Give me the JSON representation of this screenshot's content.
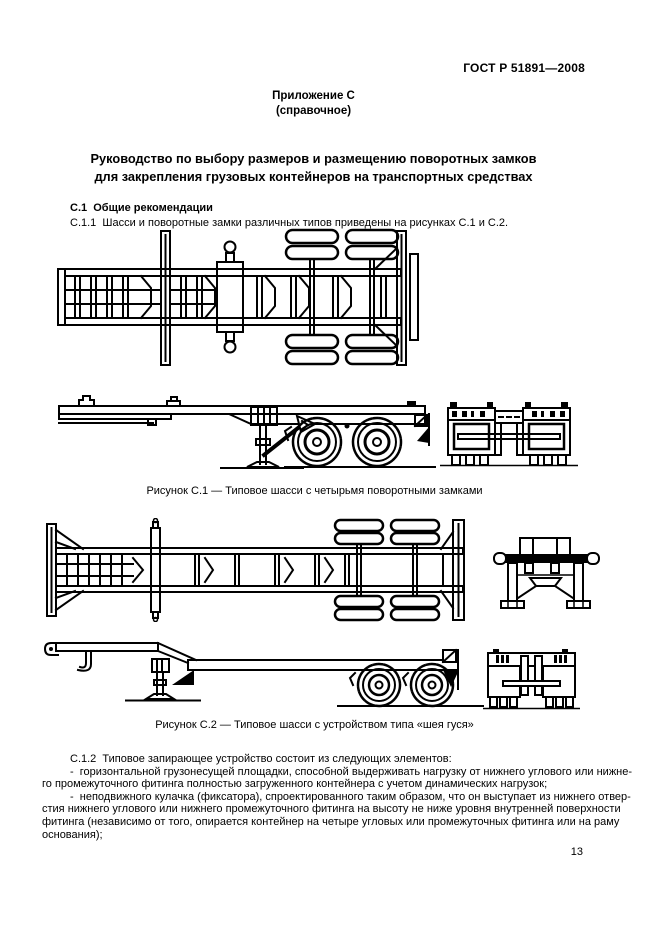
{
  "colors": {
    "ink": "#000000",
    "paper": "#ffffff"
  },
  "header": {
    "doc_number": "ГОСТ Р 51891—2008"
  },
  "annex": {
    "label": "Приложение С",
    "note": "(справочное)"
  },
  "title": {
    "line1": "Руководство по выбору размеров и размещению поворотных замков",
    "line2": "для закрепления грузовых контейнеров на транспортных средствах"
  },
  "section": {
    "heading": "С.1  Общие рекомендации",
    "c11": "С.1.1  Шасси и поворотные замки различных типов приведены на рисунках С.1 и С.2."
  },
  "figures": {
    "c1_caption": "Рисунок С.1 — Типовое шасси с четырьмя поворотными замками",
    "c2_caption": "Рисунок С.2 — Типовое шасси с устройством типа «шея гуся»"
  },
  "body": {
    "c12": "С.1.2  Типовое запирающее устройство состоит из следующих элементов:",
    "bullet1": [
      "-  горизонтальной грузонесущей площадки, способной выдерживать нагрузку от нижнего углового или нижне-",
      "го промежуточного фитинга полностью загруженного контейнера с учетом динамических нагрузок;"
    ],
    "bullet2": [
      "-  неподвижного кулачка (фиксатора), спроектированного таким образом, что он выступает из нижнего отвер-",
      "стия нижнего углового или нижнего промежуточного фитинга на высоту не ниже уровня внутренней поверхности",
      "фитинга (независимо от того, опирается контейнер на четыре угловых или промежуточных фитинга или на раму",
      "основания);"
    ]
  },
  "page": {
    "number": "13"
  }
}
